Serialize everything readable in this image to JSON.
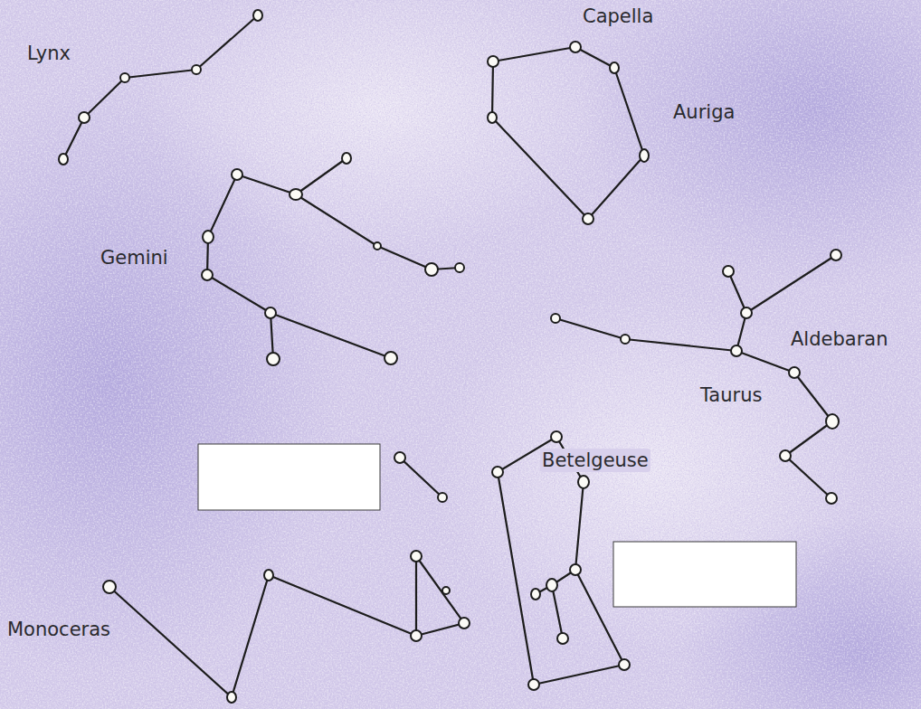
{
  "diagram": {
    "labels": [
      "Lynx",
      "Capella",
      "Auriga",
      "Gemini",
      "Aldebaran",
      "Taurus",
      "Betelgeuse",
      "Monoceras"
    ]
  }
}
